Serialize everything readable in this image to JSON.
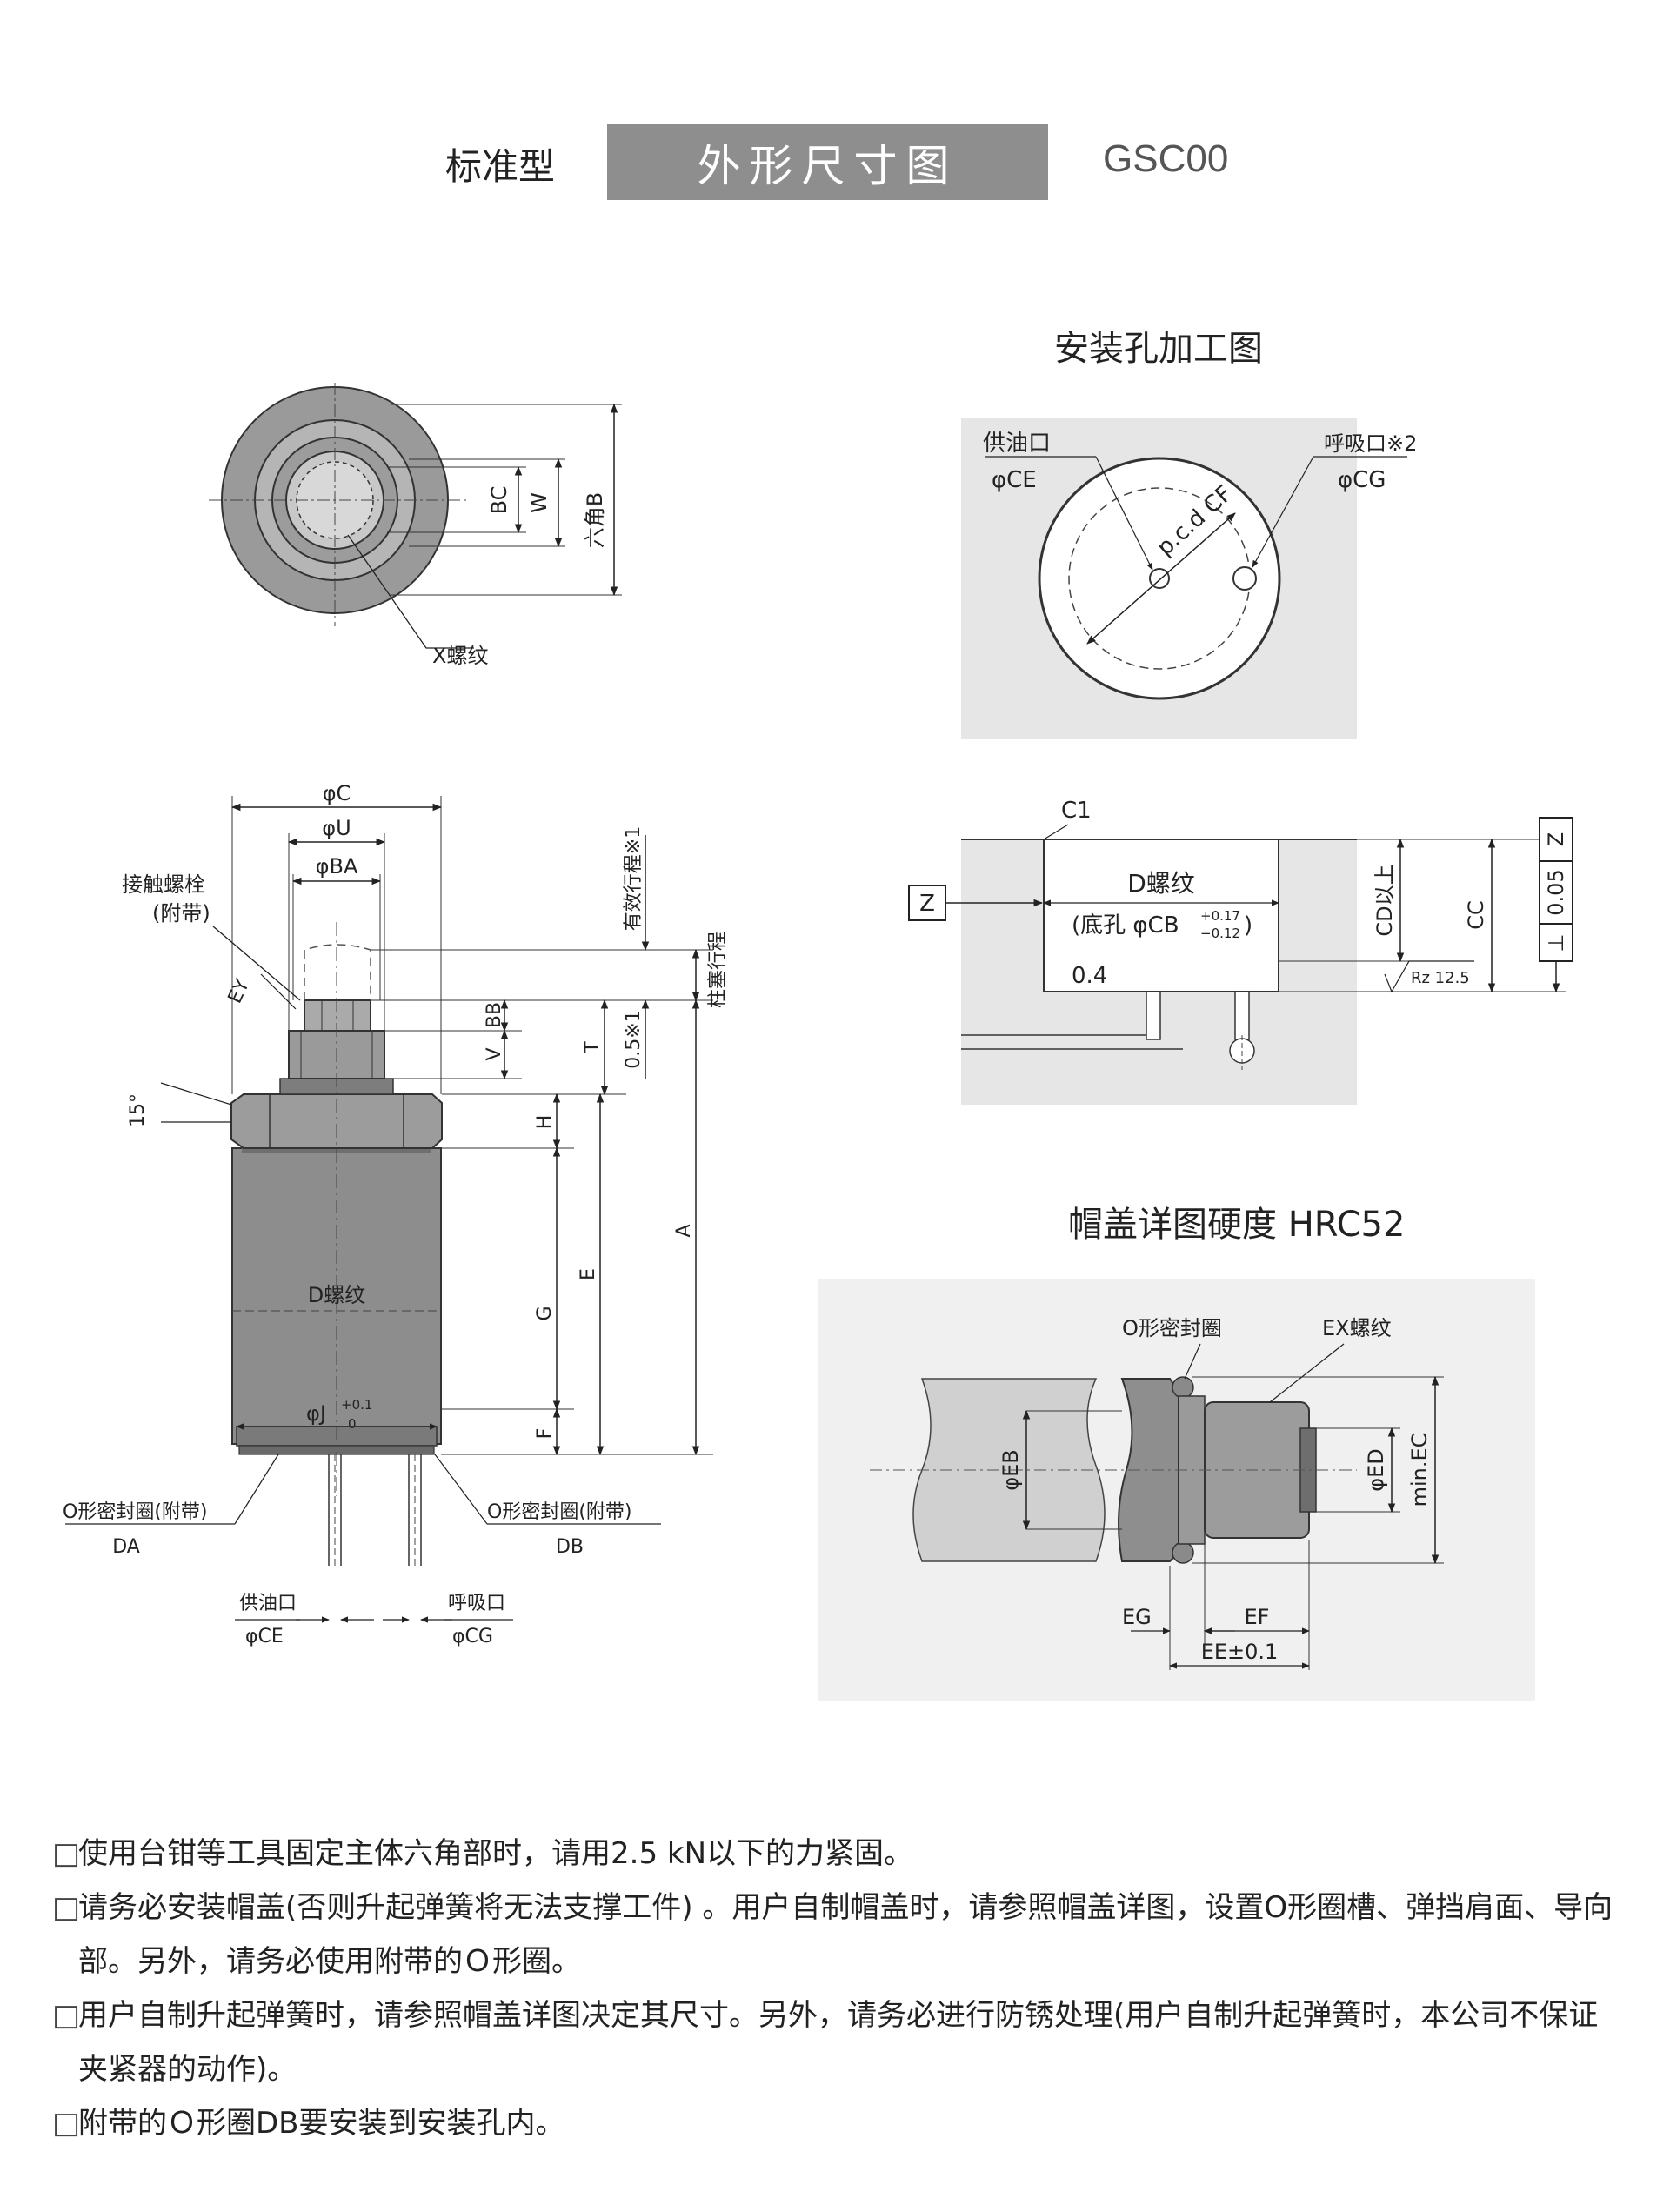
{
  "header": {
    "type_label": "标准型",
    "title": "外形尺寸图",
    "model": "GSC00"
  },
  "sections": {
    "mounting_hole_title": "安装孔加工图",
    "cap_detail_title": "帽盖详图硬度 HRC52"
  },
  "top_view": {
    "labels": {
      "bc": "BC",
      "w": "W",
      "hex_b": "六角B",
      "x_thread": "X螺纹"
    }
  },
  "side_view": {
    "labels": {
      "phi_c": "φC",
      "phi_u": "φU",
      "phi_ba": "φBA",
      "contact_bolt": "接触螺栓",
      "contact_bolt_sub": "(附带)",
      "ey": "EY",
      "angle": "15°",
      "eff_stroke": "有效行程※1",
      "plunger_stroke": "柱塞行程",
      "bb": "BB",
      "v": "V",
      "t": "T",
      "gap": "0.5※1",
      "h": "H",
      "e": "E",
      "g": "G",
      "a": "A",
      "f": "F",
      "d_thread": "D螺纹",
      "phi_j": "φJ",
      "phi_j_tol_upper": "+0.1",
      "phi_j_tol_lower": "0",
      "oring_da": "O形密封圈(附带)",
      "da": "DA",
      "oring_db": "O形密封圈(附带)",
      "db": "DB",
      "supply_port": "供油口",
      "phi_ce": "φCE",
      "breath_port": "呼吸口",
      "phi_cg": "φCG"
    }
  },
  "mount_top": {
    "labels": {
      "supply_port": "供油口",
      "phi_ce": "φCE",
      "breath_port": "呼吸口※2",
      "phi_cg": "φCG",
      "pcd": "p.c.d CF"
    }
  },
  "mount_section": {
    "labels": {
      "c1": "C1",
      "z": "Z",
      "d_thread": "D螺纹",
      "bottom_hole": "(底孔 φCB",
      "tol_upper": "+0.17",
      "tol_lower": "−0.12",
      "close_paren": ")",
      "r04": "0.4",
      "cd": "CD以上",
      "cc": "CC",
      "rz": "Rz 12.5",
      "flat": "0.05",
      "perp": "⊥",
      "z_ref": "Z"
    }
  },
  "cap_detail": {
    "labels": {
      "oring": "O形密封圈",
      "ex_thread": "EX螺纹",
      "phi_eb": "φEB",
      "phi_ed": "φED",
      "min_ec": "min.EC",
      "eg": "EG",
      "ef": "EF",
      "ee": "EE±0.1"
    }
  },
  "notes": [
    "使用台钳等工具固定主体六角部时，请用2.5 kN以下的力紧固。",
    "请务必安装帽盖(否则升起弹簧将无法支撑工件) 。用户自制帽盖时，请参照帽盖详图，设置O形圈槽、弹挡肩面、导向部。另外，请务必使用附带的Ｏ形圈。",
    "用户自制升起弹簧时，请参照帽盖详图决定其尺寸。另外，请务必进行防锈处理(用户自制升起弹簧时，本公司不保证夹紧器的动作)。",
    "附带的Ｏ形圈DB要安装到安装孔内。"
  ],
  "note_bullet": "□"
}
